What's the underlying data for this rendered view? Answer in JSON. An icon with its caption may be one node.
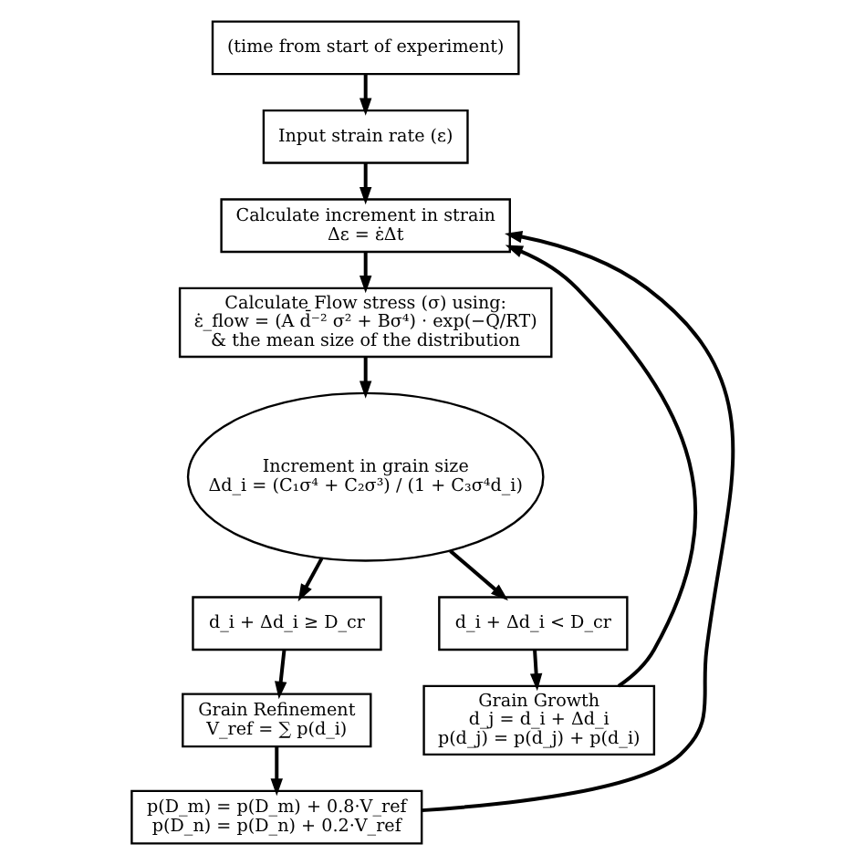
{
  "diagram": {
    "nodes": [
      {
        "text": [
          "(time from start of experiment)"
        ]
      },
      {
        "text": [
          "Input strain rate (ε)"
        ]
      },
      {
        "text": [
          "Calculate increment in strain",
          "Δε = ε̇Δt"
        ]
      },
      {
        "text": [
          "Calculate Flow stress (σ) using:",
          "ε̇_flow = (A d̄⁻² σ² + Bσ⁴) · exp(−Q/RT)",
          "& the mean size of the distribution"
        ]
      },
      {
        "text": [
          "Increment in grain size",
          "Δd_i = (C₁σ⁴ + C₂σ³) / (1 + C₃σ⁴d_i)"
        ]
      },
      {
        "text": [
          "d_i + Δd_i ≥ D_cr"
        ]
      },
      {
        "text": [
          "d_i + Δd_i < D_cr"
        ]
      },
      {
        "text": [
          "Grain Refinement",
          "V_ref = ∑ p(d_i)"
        ]
      },
      {
        "text": [
          "Grain Growth",
          "d_j = d_i + Δd_i",
          "p(d_j) = p(d_j) + p(d_i)"
        ]
      },
      {
        "text": [
          "p(D_m) = p(D_m) + 0.8·V_ref",
          "p(D_n) = p(D_n) + 0.2·V_ref"
        ]
      }
    ],
    "edges": [
      {
        "from": 0,
        "to": 1,
        "arrow": "to"
      },
      {
        "from": 1,
        "to": 2,
        "arrow": "to"
      },
      {
        "from": 2,
        "to": 3,
        "arrow": "to"
      },
      {
        "from": 3,
        "to": 4,
        "arrow": "to"
      },
      {
        "from": 4,
        "to": 5,
        "arrow": "to"
      },
      {
        "from": 4,
        "to": 6,
        "arrow": "to"
      },
      {
        "from": 5,
        "to": 7,
        "arrow": "to"
      },
      {
        "from": 7,
        "to": 9,
        "arrow": "to"
      },
      {
        "from": 6,
        "to": 8,
        "arrow": "to"
      },
      {
        "from": 9,
        "to": 2,
        "arrow": "to"
      },
      {
        "from": 8,
        "to": 2,
        "arrow": "to"
      }
    ]
  }
}
